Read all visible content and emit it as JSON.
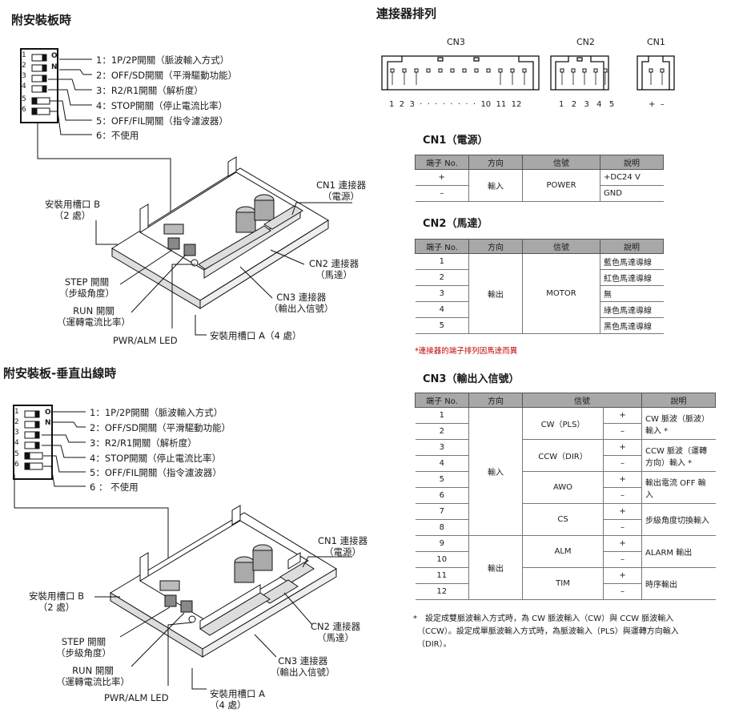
{
  "left": {
    "title1": "附安裝板時",
    "title2": "附安裝板-垂直出線時",
    "switch": {
      "nums": [
        "1",
        "2",
        "3",
        "4",
        "5",
        "6"
      ],
      "on_letters": [
        "O",
        "N"
      ],
      "items": [
        "1：1P/2P開關（脈波輸入方式）",
        "2：OFF/SD開關（平滑驅動功能）",
        "3：R2/R1開關（解析度）",
        "4：STOP開關（停止電流比率）",
        "5：OFF/FIL開關（指令濾波器）",
        "6：不使用"
      ],
      "items2": [
        "1：1P/2P開關（脈波輸入方式）",
        "2：OFF/SD開關（平滑驅動功能）",
        "3：R2/R1開關（解析度）",
        "4：STOP開關（停止電流比率）",
        "5：OFF/FIL開關（指令濾波器）",
        "6 ： 不使用"
      ]
    },
    "callouts1": {
      "slot_b": [
        "安裝用槽口 B",
        "（2 處）"
      ],
      "step": [
        "STEP 開關",
        "（步級角度）"
      ],
      "run": [
        "RUN 開關",
        "（運轉電流比率）"
      ],
      "pwr": "PWR/ALM LED",
      "slot_a": "安裝用槽口 A（4 處）",
      "cn1": [
        "CN1 連接器",
        "（電源）"
      ],
      "cn2": [
        "CN2 連接器",
        "（馬達）"
      ],
      "cn3": [
        "CN3 連接器",
        "（輸出入信號）"
      ]
    },
    "callouts2": {
      "slot_b": [
        "安裝用槽口 B",
        "（2 處）"
      ],
      "step": [
        "STEP 開關",
        "（步級角度）"
      ],
      "run": [
        "RUN 開關",
        "（運轉電流比率）"
      ],
      "pwr": "PWR/ALM LED",
      "slot_a": [
        "安裝用槽口 A",
        "（4 處）"
      ],
      "cn1": [
        "CN1 連接器",
        "（電源）"
      ],
      "cn2": [
        "CN2 連接器",
        "（馬達）"
      ],
      "cn3": [
        "CN3 連接器",
        "（輸出入信號）"
      ]
    }
  },
  "right": {
    "title": "連接器排列",
    "connectors": {
      "cn3": {
        "name": "CN3",
        "pins": "1  2  3  ·  ·  ·  ·  ·  ·  ·  ·  10  11  12"
      },
      "cn2": {
        "name": "CN2",
        "pins": "1  2  3  4  5"
      },
      "cn1": {
        "name": "CN1",
        "pins": "+  –"
      }
    },
    "cn1": {
      "title": "CN1（電源）",
      "headers": [
        "端子 No.",
        "方向",
        "信號",
        "說明"
      ],
      "rows": [
        {
          "no": "+",
          "desc": "+DC24 V"
        },
        {
          "no": "–",
          "desc": "GND"
        }
      ],
      "direction": "輸入",
      "signal": "POWER"
    },
    "cn2": {
      "title": "CN2（馬達）",
      "headers": [
        "端子 No.",
        "方向",
        "信號",
        "說明"
      ],
      "rows": [
        {
          "no": "1",
          "desc": "藍色馬達導線"
        },
        {
          "no": "2",
          "desc": "紅色馬達導線"
        },
        {
          "no": "3",
          "desc": "無"
        },
        {
          "no": "4",
          "desc": "綠色馬達導線"
        },
        {
          "no": "5",
          "desc": "黑色馬達導線"
        }
      ],
      "direction": "輸出",
      "signal": "MOTOR",
      "note": "*連接器的端子排列因馬達而異"
    },
    "cn3": {
      "title": "CN3（輸出入信號）",
      "headers": [
        "端子 No.",
        "方向",
        "信號",
        "說明"
      ],
      "plus": "+",
      "minus": "–",
      "groups": [
        {
          "dir": "輸入",
          "signals": [
            {
              "name": "CW（PLS）",
              "desc": "CW 脈波（脈波）輸入 *"
            },
            {
              "name": "CCW（DIR）",
              "desc": "CCW 脈波（運轉方向）輸入 *"
            },
            {
              "name": "AWO",
              "desc": "輸出電流 OFF 輸入"
            },
            {
              "name": "CS",
              "desc": "步級角度切換輸入"
            }
          ]
        },
        {
          "dir": "輸出",
          "signals": [
            {
              "name": "ALM",
              "desc": "ALARM 輸出"
            },
            {
              "name": "TIM",
              "desc": "時序輸出"
            }
          ]
        }
      ],
      "nos": [
        "1",
        "2",
        "3",
        "4",
        "5",
        "6",
        "7",
        "8",
        "9",
        "10",
        "11",
        "12"
      ],
      "footnote": [
        "*　設定成雙脈波輸入方式時，為 CW 脈波輸入（CW）與 CCW 脈波輸入",
        "　（CCW）。設定成單脈波輸入方式時，為脈波輸入（PLS）與運轉方向輸入",
        "　（DIR）。"
      ]
    }
  },
  "colors": {
    "header_gray": "#a8a8a8",
    "line": "#1a1a1a",
    "note_red": "#c00000"
  }
}
